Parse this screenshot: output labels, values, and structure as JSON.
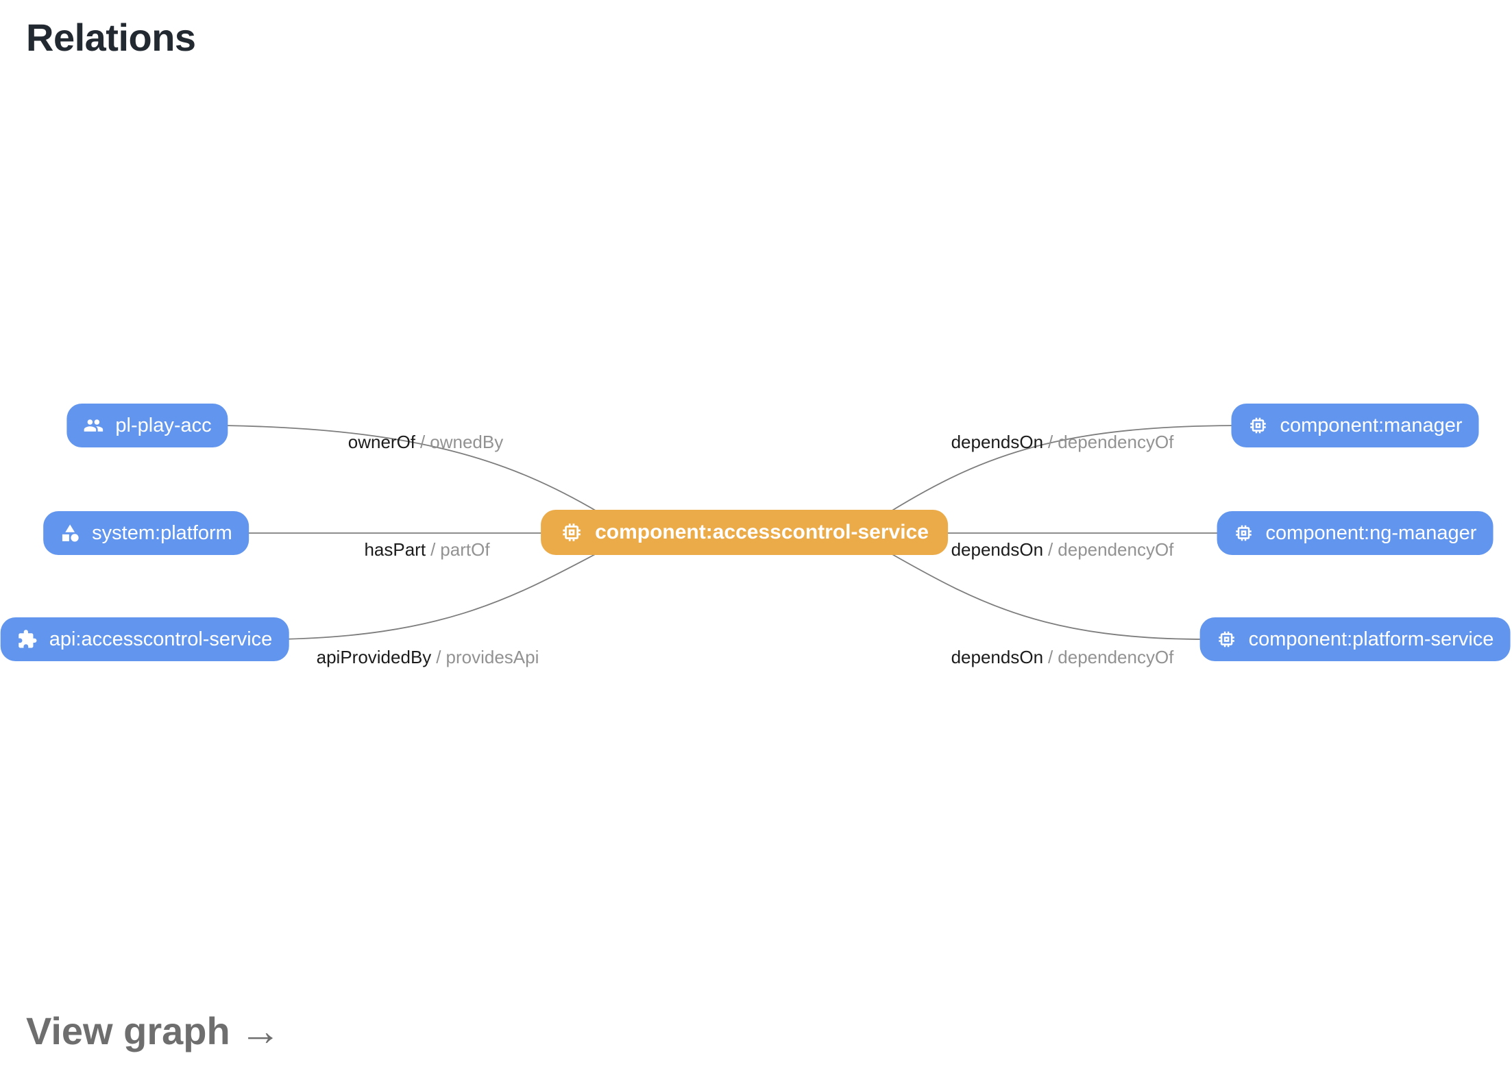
{
  "page": {
    "title": "Relations",
    "view_graph_label": "View graph",
    "view_graph_arrow": "→"
  },
  "colors": {
    "node_blue": "#6296ee",
    "node_orange": "#ecab49",
    "edge_gray": "#7d7d7d",
    "label_primary": "#1b1b1b",
    "label_secondary": "#929292"
  },
  "graph": {
    "center_node": {
      "label": "component:accesscontrol-service",
      "icon": "memory-icon"
    },
    "left_nodes": [
      {
        "label": "pl-play-acc",
        "icon": "people-icon"
      },
      {
        "label": "system:platform",
        "icon": "category-icon"
      },
      {
        "label": "api:accesscontrol-service",
        "icon": "extension-icon"
      }
    ],
    "right_nodes": [
      {
        "label": "component:manager",
        "icon": "memory-icon"
      },
      {
        "label": "component:ng-manager",
        "icon": "memory-icon"
      },
      {
        "label": "component:platform-service",
        "icon": "memory-icon"
      }
    ],
    "edge_labels": [
      {
        "primary": "ownerOf",
        "separator": "/",
        "secondary": "ownedBy"
      },
      {
        "primary": "hasPart",
        "separator": "/",
        "secondary": "partOf"
      },
      {
        "primary": "apiProvidedBy",
        "separator": "/",
        "secondary": "providesApi"
      },
      {
        "primary": "dependsOn",
        "separator": "/",
        "secondary": "dependencyOf"
      },
      {
        "primary": "dependsOn",
        "separator": "/",
        "secondary": "dependencyOf"
      },
      {
        "primary": "dependsOn",
        "separator": "/",
        "secondary": "dependencyOf"
      }
    ]
  }
}
